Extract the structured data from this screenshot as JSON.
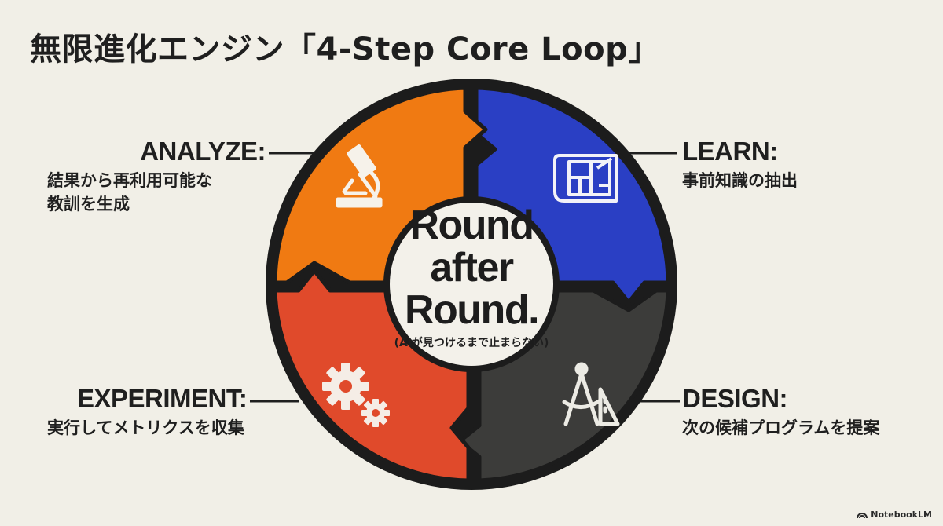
{
  "title": "無限進化エンジン「4-Step Core Loop」",
  "center": {
    "line1": "Round",
    "line2": "after",
    "line3": "Round.",
    "sub": "(AIが見つけるまで止まらない)"
  },
  "steps": {
    "analyze": {
      "head": "ANALYZE:",
      "desc1": "結果から再利用可能な",
      "desc2": "教訓を生成",
      "color": "#f07a12",
      "icon": "microscope-icon"
    },
    "learn": {
      "head": "LEARN:",
      "desc1": "事前知識の抽出",
      "color": "#2a3fc4",
      "icon": "blueprint-icon"
    },
    "design": {
      "head": "DESIGN:",
      "desc1": "次の候補プログラムを提案",
      "color": "#3c3c3a",
      "icon": "compass-ruler-icon"
    },
    "experiment": {
      "head": "EXPERIMENT:",
      "desc1": "実行してメトリクスを収集",
      "color": "#e04a2b",
      "icon": "gears-icon"
    }
  },
  "brand": "NotebookLM"
}
